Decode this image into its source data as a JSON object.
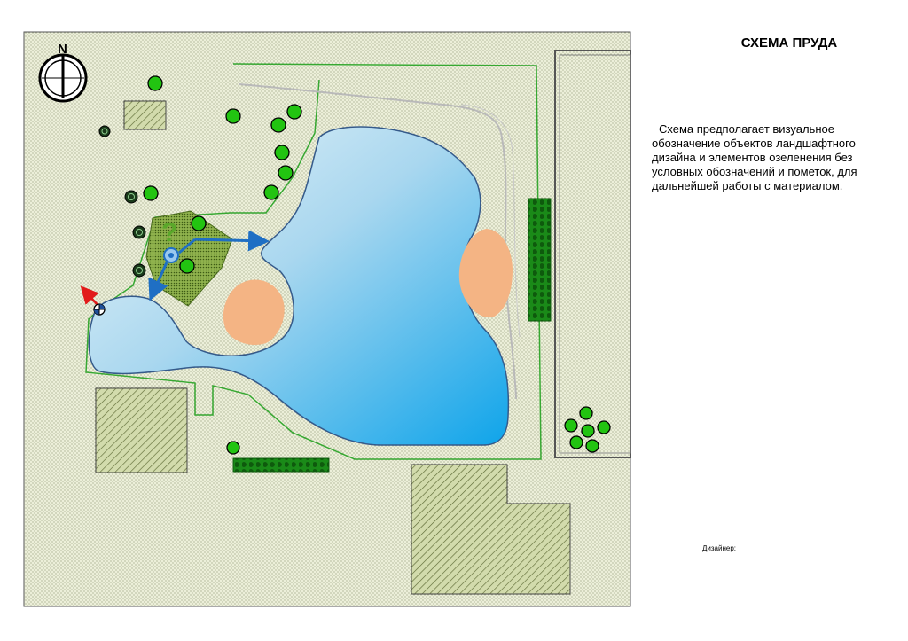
{
  "title": "СХЕМА  ПРУДА",
  "description": "Схема предполагает визуальное обозначение объектов ландшафтного дизайна и элементов озеленения без условных обозначений и пометок, для дальнейшей работы с материалом.",
  "signature": {
    "label": "Дизайнер;"
  },
  "compass": {
    "letter": "N"
  },
  "question_mark": "?",
  "colors": {
    "ground": "#eceed8",
    "water_light": "#d6ecf4",
    "water_dark": "#13a7e8",
    "sand": "#f4b484",
    "tree": "#22c411",
    "path_green": "#37a832",
    "hatch_fill": "#cfd9a8",
    "arrow_blue": "#1f6fc4",
    "arrow_red": "#e21a1a"
  },
  "icons": [
    "compass-icon",
    "marker-icon",
    "viewpoint-icon"
  ]
}
